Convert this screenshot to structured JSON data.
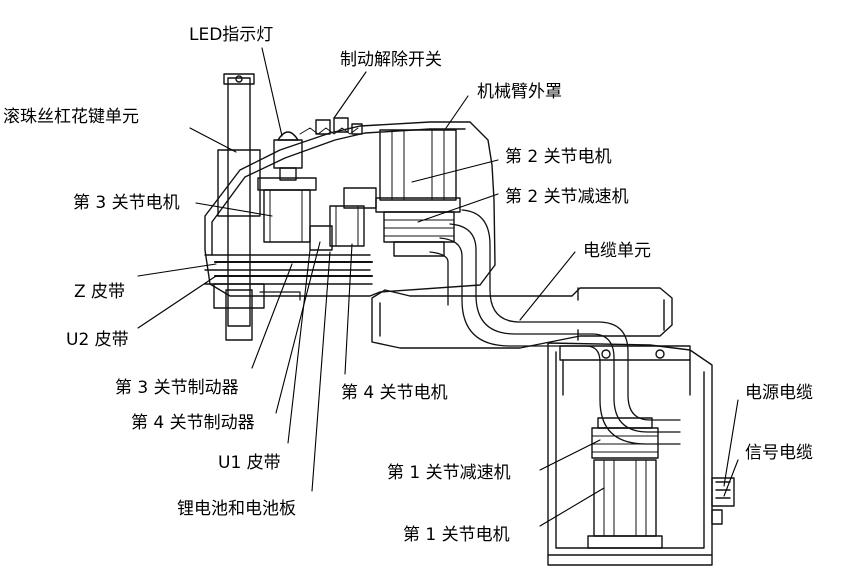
{
  "labels": {
    "led": "LED指示灯",
    "brake_release": "制动解除开关",
    "arm_cover": "机械臂外罩",
    "ball_screw": "滚珠丝杠花键单元",
    "j2_motor": "第 2 关节电机",
    "j3_motor": "第 3 关节电机",
    "j2_reducer": "第 2 关节减速机",
    "cable_unit": "电缆单元",
    "z_belt": "Z 皮带",
    "u2_belt": "U2 皮带",
    "j3_brake": "第 3 关节制动器",
    "j4_motor": "第 4 关节电机",
    "j4_brake": "第 4 关节制动器",
    "power_cable": "电源电缆",
    "signal_cable": "信号电缆",
    "u1_belt": "U1 皮带",
    "j1_reducer": "第 1 关节减速机",
    "battery": "锂电池和电池板",
    "j1_motor": "第 1 关节电机"
  }
}
